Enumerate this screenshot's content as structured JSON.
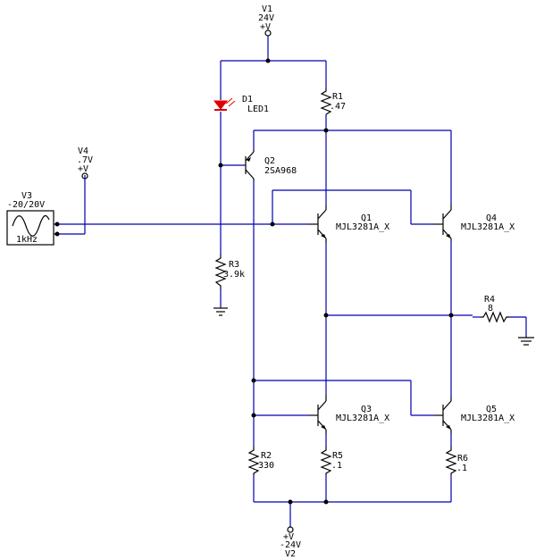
{
  "components": {
    "v1": {
      "name": "V1",
      "value": "24V",
      "symbol": "+V"
    },
    "v2": {
      "name": "V2",
      "value": "-24V",
      "symbol": "+V"
    },
    "v3": {
      "name": "V3",
      "value": "-20/20V",
      "freq": "1kHz"
    },
    "v4": {
      "name": "V4",
      "value": ".7V",
      "symbol": "+V"
    },
    "d1": {
      "name": "D1",
      "value": "LED1"
    },
    "r1": {
      "name": "R1",
      "value": ".47"
    },
    "r2": {
      "name": "R2",
      "value": "330"
    },
    "r3": {
      "name": "R3",
      "value": "3.9k"
    },
    "r4": {
      "name": "R4",
      "value": "8"
    },
    "r5": {
      "name": "R5",
      "value": ".1"
    },
    "r6": {
      "name": "R6",
      "value": ".1"
    },
    "q1": {
      "name": "Q1",
      "value": "MJL3281A_X"
    },
    "q2": {
      "name": "Q2",
      "value": "2SA968"
    },
    "q3": {
      "name": "Q3",
      "value": "MJL3281A_X"
    },
    "q4": {
      "name": "Q4",
      "value": "MJL3281A_X"
    },
    "q5": {
      "name": "Q5",
      "value": "MJL3281A_X"
    }
  },
  "colors": {
    "wire": "#0000b0",
    "led": "#e00000",
    "symbol": "#000000"
  }
}
